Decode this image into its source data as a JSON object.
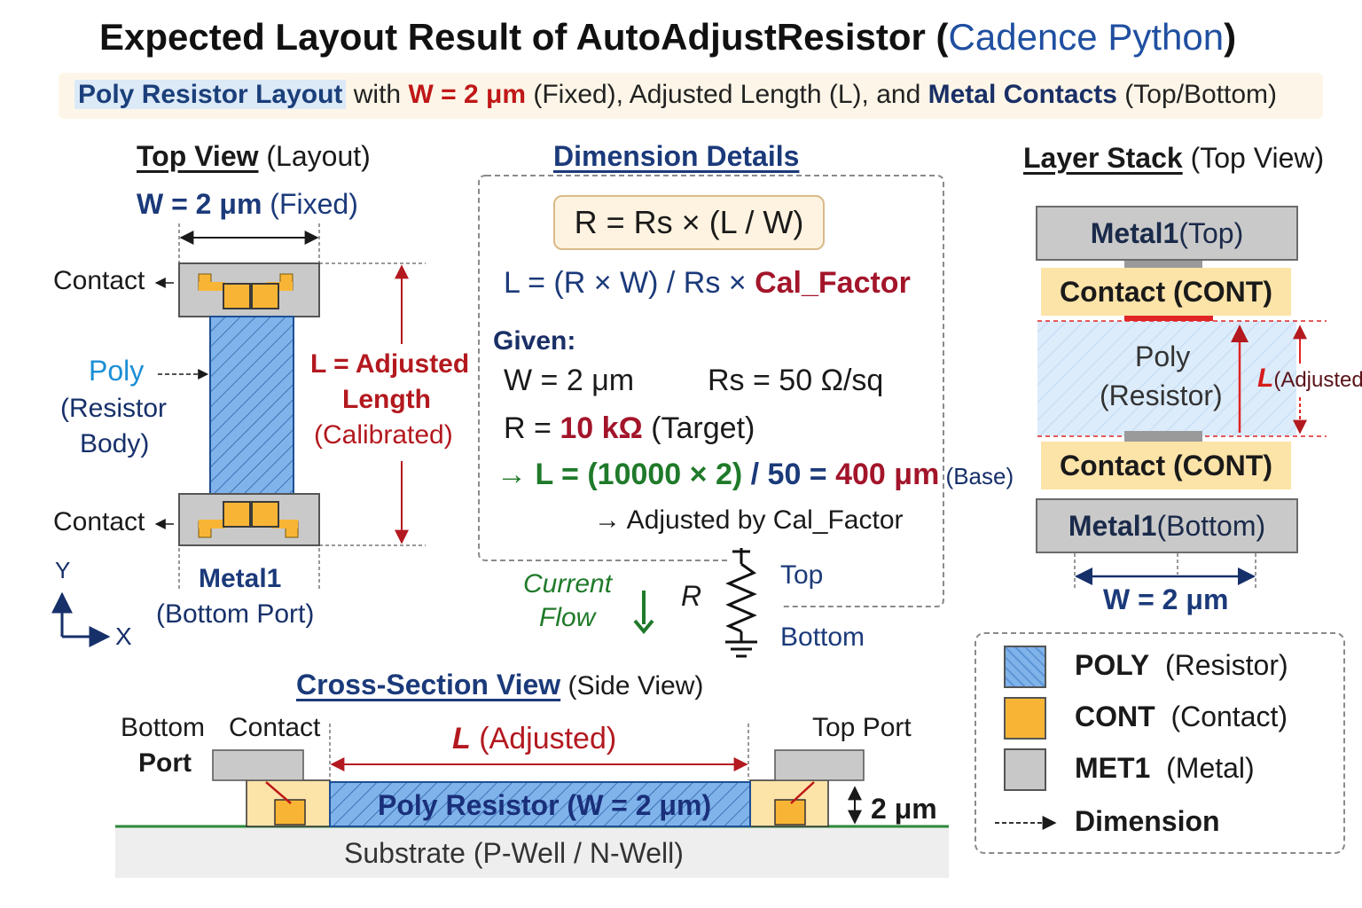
{
  "title": {
    "main": "Expected Layout Result of AutoAdjustResistor",
    "paren_open": " (",
    "accent": "Cadence Python",
    "paren_close": ")"
  },
  "subtitle": {
    "p1": "Poly Resistor Layout",
    "p2": " with ",
    "p3": "W = 2 μm",
    "p4": " (Fixed), Adjusted Length (L), and ",
    "p5": "Metal Contacts",
    "p6": " (Top/Bottom)"
  },
  "top_view": {
    "heading": "Top View",
    "heading_suffix": " (Layout)",
    "width_label": "W = 2 μm",
    "width_suffix": " (Fixed)",
    "contact_top": "Contact",
    "contact_bottom": "Contact",
    "poly": "Poly",
    "poly_sub1": "(Resistor",
    "poly_sub2": "Body)",
    "len1": "L = Adjusted",
    "len2": "Length",
    "len3": "(Calibrated)",
    "metal1": "Metal1",
    "bottom_port": "(Bottom Port)",
    "axis_y": "Y",
    "axis_x": "X"
  },
  "dimension": {
    "heading": "Dimension Details",
    "formula": "R = Rs × (L / W)",
    "l_formula": "L = (R × W) / Rs × ",
    "cal_factor": "Cal_Factor",
    "given": "Given:",
    "w": "W = 2 μm",
    "rs": "Rs = 50 Ω/sq",
    "r_prefix": "R = ",
    "r_value": "10 kΩ",
    "r_suffix": " (Target)",
    "arrow_l": "→ L = (10000 × 2)",
    "slash50": " / 50 = ",
    "l400": "400 μm",
    "base": " (Base)",
    "adjusted": "→ Adjusted by Cal_Factor",
    "current": "Current",
    "flow": "Flow",
    "r": "R",
    "top": "Top",
    "bottom": "Bottom"
  },
  "layer_stack": {
    "heading": "Layer Stack",
    "heading_suffix": " (Top View)",
    "metal_top": "Metal1",
    "metal_top_suffix": " (Top)",
    "contact_top": "Contact (CONT)",
    "poly1": "Poly",
    "poly2": "(Resistor)",
    "l_adj": "L",
    "l_adj_suffix": "(Adjusted)",
    "contact_bottom": "Contact (CONT)",
    "metal_bottom": "Metal1",
    "metal_bottom_suffix": " (Bottom)",
    "width": "W = 2 μm"
  },
  "legend": [
    {
      "key": "POLY",
      "desc": "(Resistor)",
      "color": "#7fb3ea"
    },
    {
      "key": "CONT",
      "desc": "(Contact)",
      "color": "#f8b535"
    },
    {
      "key": "MET1",
      "desc": "(Metal)",
      "color": "#c8c8c8"
    },
    {
      "key": "Dimension",
      "desc": "",
      "color": "#333333"
    }
  ],
  "cross_section": {
    "heading": "Cross-Section View",
    "heading_suffix": " (Side View)",
    "bottom": "Bottom",
    "port": "Port",
    "contact": "Contact",
    "l_adj": "L",
    "l_adj_suffix": " (Adjusted)",
    "top_port": "Top Port",
    "poly_label": "Poly Resistor (W = 2 μm)",
    "thickness": "2 μm",
    "substrate": "Substrate (P-Well / N-Well)"
  }
}
